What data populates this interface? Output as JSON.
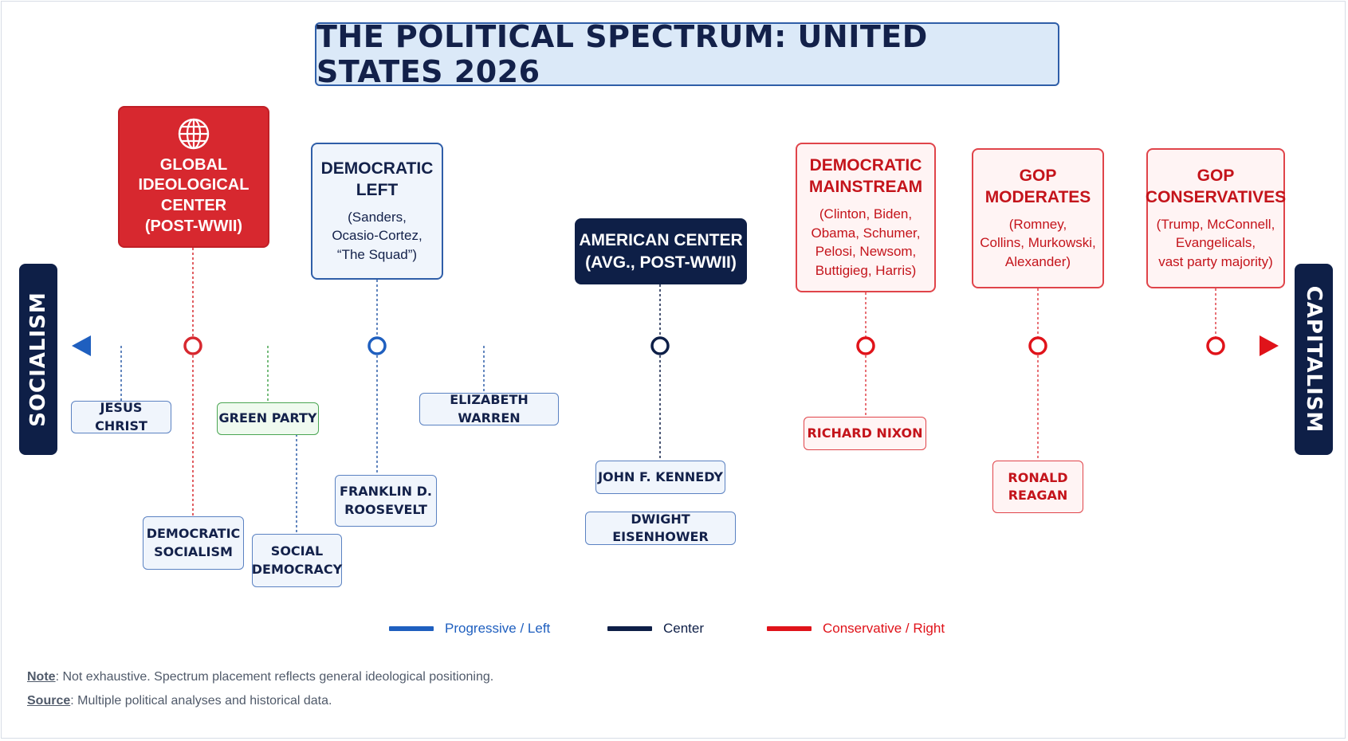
{
  "title": "THE POLITICAL SPECTRUM: UNITED STATES 2026",
  "axis": {
    "left_end": "SOCIALISM",
    "right_end": "CAPITALISM"
  },
  "colors": {
    "left": "#1f5fbf",
    "center": "#0e1f47",
    "right": "#e0131a"
  },
  "top_boxes": {
    "global_center": {
      "title": "GLOBAL\nIDEOLOGICAL\nCENTER\n(POST-WWII)",
      "icon": "globe-icon"
    },
    "democratic_left": {
      "title": "DEMOCRATIC\nLEFT",
      "subtitle": "(Sanders,\nOcasio-Cortez,\n“The Squad”)"
    },
    "american_center": {
      "title": "AMERICAN CENTER\n(AVG., POST-WWII)"
    },
    "democratic_mainstream": {
      "title": "DEMOCRATIC\nMAINSTREAM",
      "subtitle": "(Clinton, Biden,\nObama, Schumer,\nPelosi, Newsom,\nButtigieg, Harris)"
    },
    "gop_moderates": {
      "title": "GOP\nMODERATES",
      "subtitle": "(Romney,\nCollins, Murkowski,\nAlexander)"
    },
    "gop_conservatives": {
      "title": "GOP\nCONSERVATIVES",
      "subtitle": "(Trump, McConnell,\nEvangelicals,\nvast party majority)"
    }
  },
  "bottom_labels": {
    "jesus_christ": "JESUS CHRIST",
    "green_party": "GREEN PARTY",
    "elizabeth_warren": "ELIZABETH WARREN",
    "democratic_socialism": "DEMOCRATIC\nSOCIALISM",
    "social_democracy": "SOCIAL\nDEMOCRACY",
    "fdr": "FRANKLIN D.\nROOSEVELT",
    "jfk": "JOHN F. KENNEDY",
    "eisenhower": "DWIGHT EISENHOWER",
    "nixon": "RICHARD NIXON",
    "reagan": "RONALD\nREAGAN"
  },
  "legend": [
    {
      "label": "Progressive / Left",
      "color": "#1f5fbf"
    },
    {
      "label": "Center",
      "color": "#0e1f47"
    },
    {
      "label": "Conservative / Right",
      "color": "#e0131a"
    }
  ],
  "notes": {
    "note_label": "Note",
    "note_text": ": Not exhaustive. Spectrum placement reflects general ideological positioning.",
    "source_label": "Source",
    "source_text": ": Multiple political analyses and historical data."
  }
}
